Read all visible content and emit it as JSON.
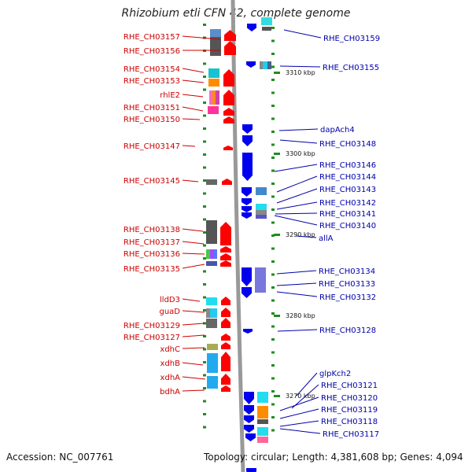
{
  "title": "Rhizobium etli CFN 42, complete genome",
  "footer": {
    "accession": "Accession: NC_007761",
    "topology": "Topology: circular; Length: 4,381,608 bp; Genes: 4,094"
  },
  "colors": {
    "left_label": "#cc0000",
    "right_label": "#0000aa",
    "forward_gene": "#ff0000",
    "reverse_gene": "#0000ee",
    "backbone": "#999999",
    "tick": "#228b22"
  },
  "left_genes": [
    "RHE_CH03157",
    "RHE_CH03156",
    "RHE_CH03154",
    "RHE_CH03153",
    "rhlE2",
    "RHE_CH03151",
    "RHE_CH03150",
    "RHE_CH03147",
    "RHE_CH03145",
    "RHE_CH03138",
    "RHE_CH03137",
    "RHE_CH03136",
    "RHE_CH03135",
    "lldD3",
    "guaD",
    "RHE_CH03129",
    "RHE_CH03127",
    "xdhC",
    "xdhB",
    "xdhA",
    "bdhA"
  ],
  "right_genes": [
    "RHE_CH03159",
    "RHE_CH03155",
    "dapAch4",
    "RHE_CH03148",
    "RHE_CH03146",
    "RHE_CH03144",
    "RHE_CH03143",
    "RHE_CH03142",
    "RHE_CH03141",
    "RHE_CH03140",
    "allA",
    "RHE_CH03134",
    "RHE_CH03133",
    "RHE_CH03132",
    "RHE_CH03128",
    "glpKch2",
    "RHE_CH03121",
    "RHE_CH03120",
    "RHE_CH03119",
    "RHE_CH03118",
    "RHE_CH03117"
  ],
  "scale_labels": [
    "3310 kbp",
    "3300 kbp",
    "3290 kbp",
    "3280 kbp",
    "3270 kbp"
  ]
}
